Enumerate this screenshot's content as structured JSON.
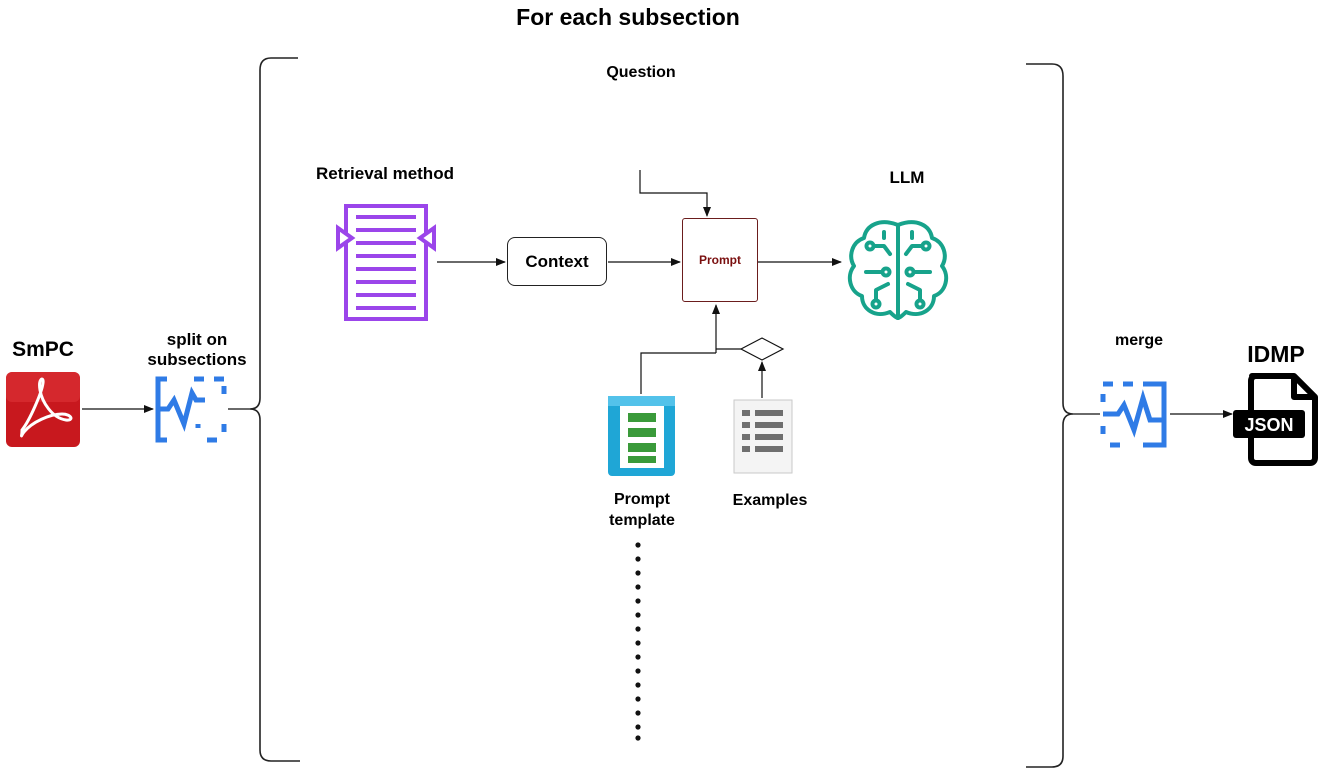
{
  "diagram": {
    "title": "For each subsection",
    "question_label": "Question",
    "retrieval_label": "Retrieval method",
    "llm_label": "LLM",
    "smpc_label": "SmPC",
    "split_label_line1": "split on",
    "split_label_line2": "subsections",
    "merge_label": "merge",
    "idmp_label": "IDMP",
    "json_label": "JSON",
    "context_label": "Context",
    "prompt_label": "Prompt",
    "prompt_template_line1": "Prompt",
    "prompt_template_line2": "template",
    "examples_label": "Examples"
  },
  "icons": {
    "pdf": "pdf-icon",
    "split": "split-icon",
    "merge": "merge-icon",
    "retrieval": "document-retrieval-icon",
    "llm": "brain-circuit-icon",
    "template": "prompt-template-icon",
    "examples": "list-document-icon",
    "json": "json-file-icon"
  },
  "colors": {
    "pdf_red": "#c8181e",
    "split_blue": "#2f7be6",
    "retrieval_purple": "#9b45ea",
    "llm_teal": "#17a38b",
    "template_cyan": "#1fa6d6",
    "template_green": "#3a9a3a",
    "examples_gray": "#6f6f6f"
  }
}
